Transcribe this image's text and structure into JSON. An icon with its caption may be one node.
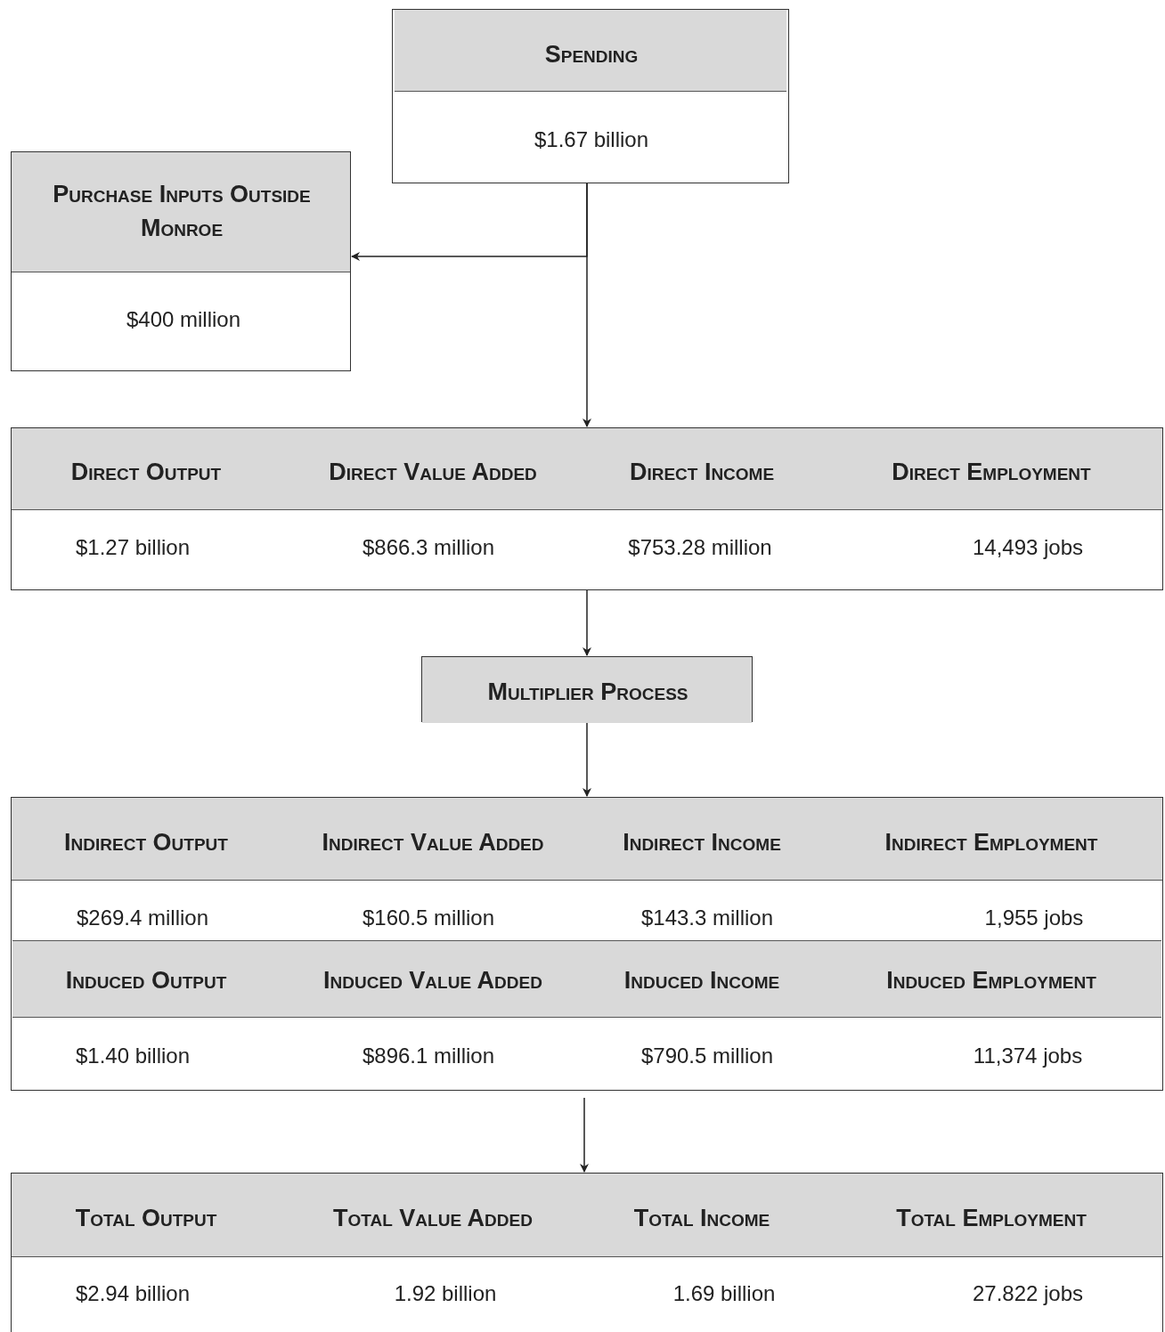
{
  "diagram": {
    "nodes": [
      {
        "text": [
          "Spending",
          "$1.67 billion"
        ]
      },
      {
        "text": [
          "Purchase Inputs Outside Monroe",
          "$400 million"
        ]
      },
      {
        "text": [
          "Direct Output",
          "Direct Value Added",
          "Direct Income",
          "Direct Employment",
          "$1.27 billion",
          "$866.3 million",
          "$753.28 million",
          "14,493 jobs"
        ]
      },
      {
        "text": [
          "Multiplier Process"
        ]
      },
      {
        "text": [
          "Indirect Output",
          "Indirect Value Added",
          "Indirect Income",
          "Indirect Employment",
          "$269.4 million",
          "$160.5 million",
          "$143.3 million",
          "1,955 jobs",
          "Induced Output",
          "Induced Value Added",
          "Induced Income",
          "Induced Employment",
          "$1.40 billion",
          "$896.1 million",
          "$790.5 million",
          "11,374 jobs"
        ]
      },
      {
        "text": [
          "Total Output",
          "Total Value Added",
          "Total Income",
          "Total Employment",
          "$2.94 billion",
          "1.92 billion",
          "1.69 billion",
          "27.822 jobs"
        ]
      }
    ],
    "edges": [
      {
        "from": 0,
        "to": 1,
        "arrow": "to"
      },
      {
        "from": 0,
        "to": 2,
        "arrow": "to"
      },
      {
        "from": 2,
        "to": 3,
        "arrow": "to"
      },
      {
        "from": 3,
        "to": 4,
        "arrow": "to"
      },
      {
        "from": 4,
        "to": 5,
        "arrow": "to"
      }
    ]
  }
}
